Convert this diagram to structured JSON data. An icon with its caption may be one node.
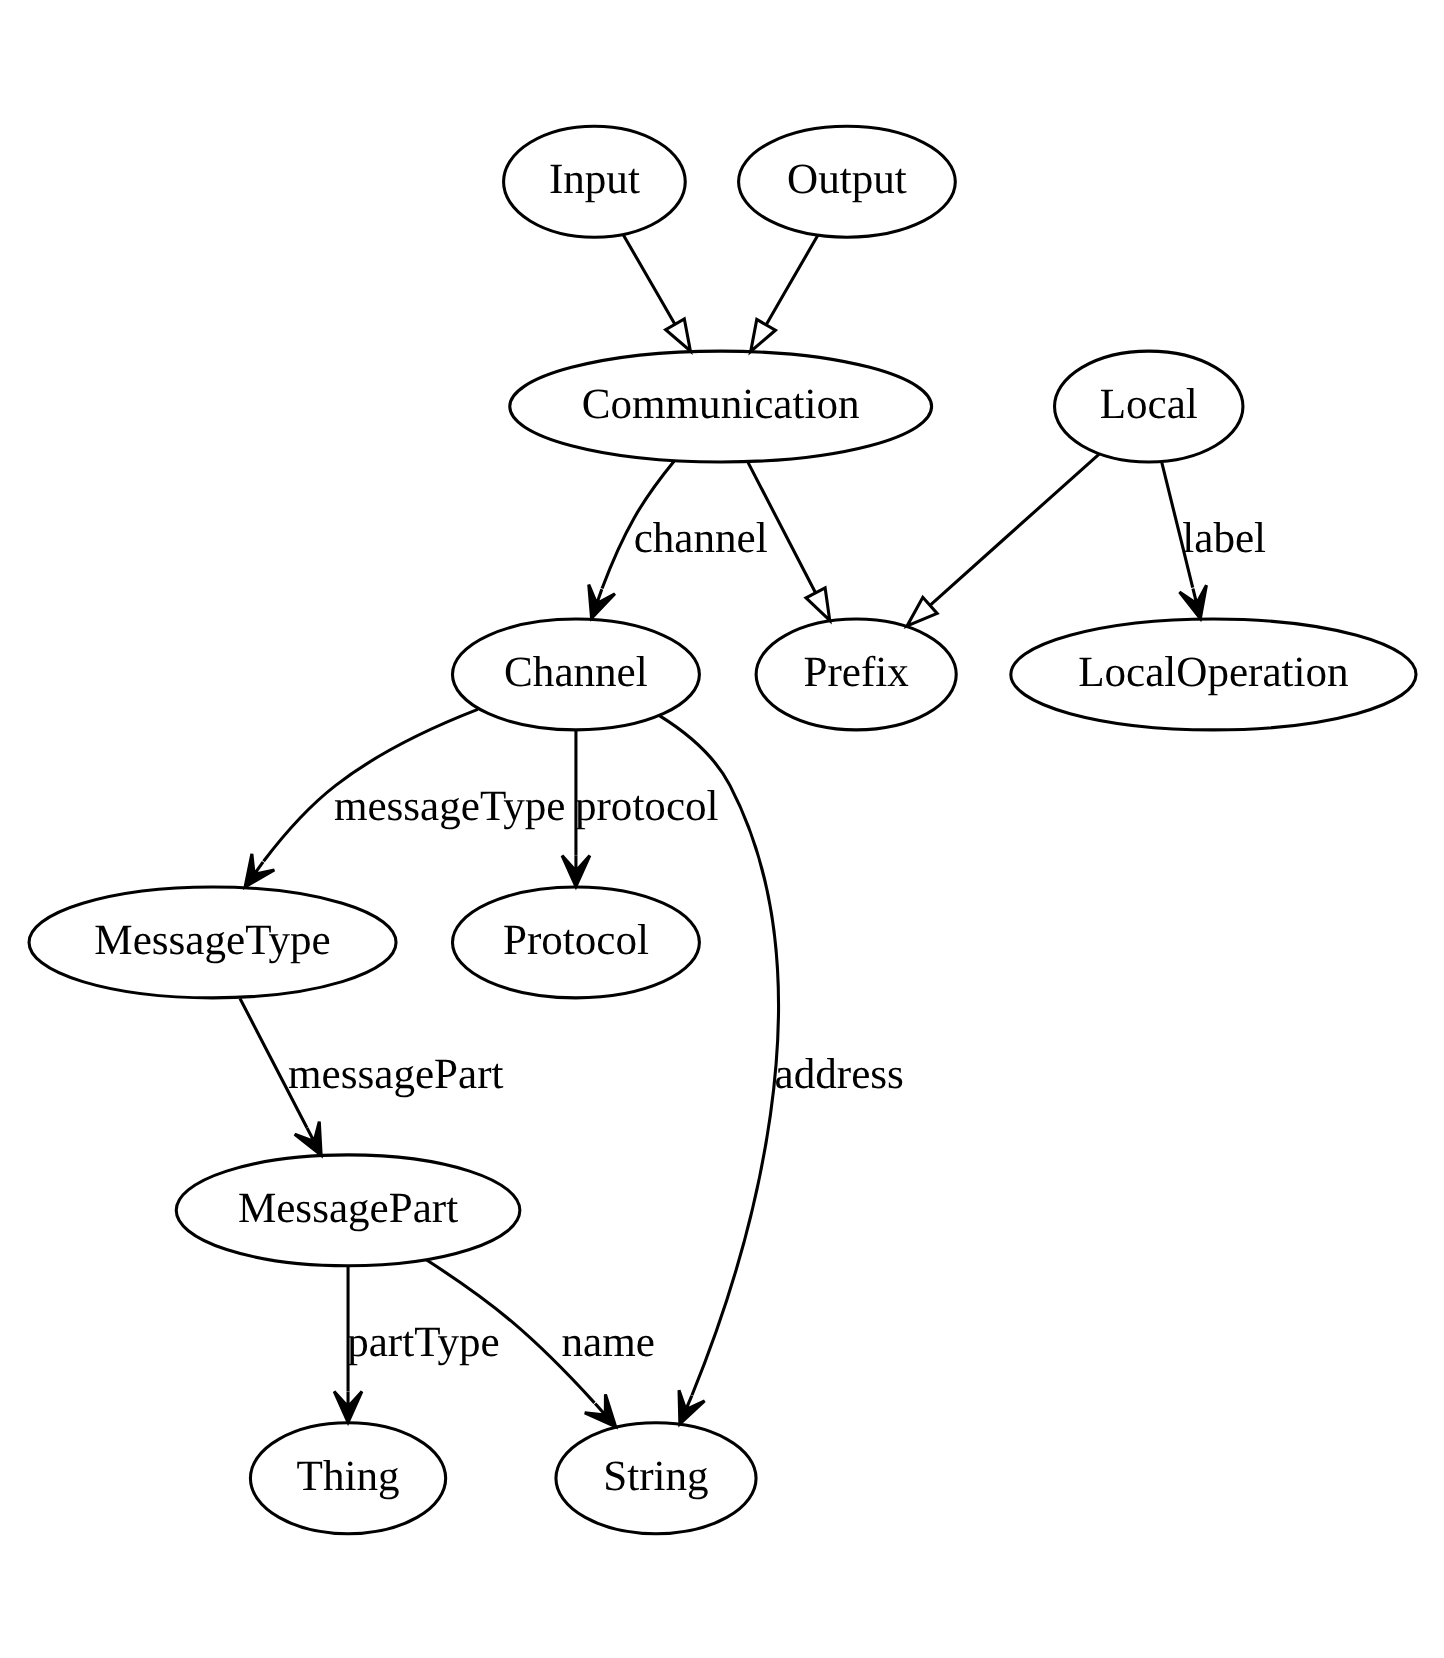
{
  "diagram": {
    "nodes": [
      {
        "text": [
          "Input"
        ]
      },
      {
        "text": [
          "Output"
        ]
      },
      {
        "text": [
          "Communication"
        ]
      },
      {
        "text": [
          "Local"
        ]
      },
      {
        "text": [
          "Channel"
        ]
      },
      {
        "text": [
          "Prefix"
        ]
      },
      {
        "text": [
          "LocalOperation"
        ]
      },
      {
        "text": [
          "MessageType"
        ]
      },
      {
        "text": [
          "Protocol"
        ]
      },
      {
        "text": [
          "MessagePart"
        ]
      },
      {
        "text": [
          "Thing"
        ]
      },
      {
        "text": [
          "String"
        ]
      }
    ],
    "edges": [
      {
        "from": 0,
        "to": 2,
        "arrow": "to"
      },
      {
        "from": 1,
        "to": 2,
        "arrow": "to"
      },
      {
        "from": 2,
        "to": 4,
        "arrow": "to",
        "label": "channel"
      },
      {
        "from": 2,
        "to": 5,
        "arrow": "to"
      },
      {
        "from": 3,
        "to": 5,
        "arrow": "to"
      },
      {
        "from": 3,
        "to": 6,
        "arrow": "to",
        "label": "label"
      },
      {
        "from": 4,
        "to": 7,
        "arrow": "to",
        "label": "messageType"
      },
      {
        "from": 4,
        "to": 8,
        "arrow": "to",
        "label": "protocol"
      },
      {
        "from": 4,
        "to": 11,
        "arrow": "to",
        "label": "address"
      },
      {
        "from": 7,
        "to": 9,
        "arrow": "to",
        "label": "messagePart"
      },
      {
        "from": 9,
        "to": 10,
        "arrow": "to",
        "label": "partType"
      },
      {
        "from": 9,
        "to": 11,
        "arrow": "to",
        "label": "name"
      }
    ]
  }
}
